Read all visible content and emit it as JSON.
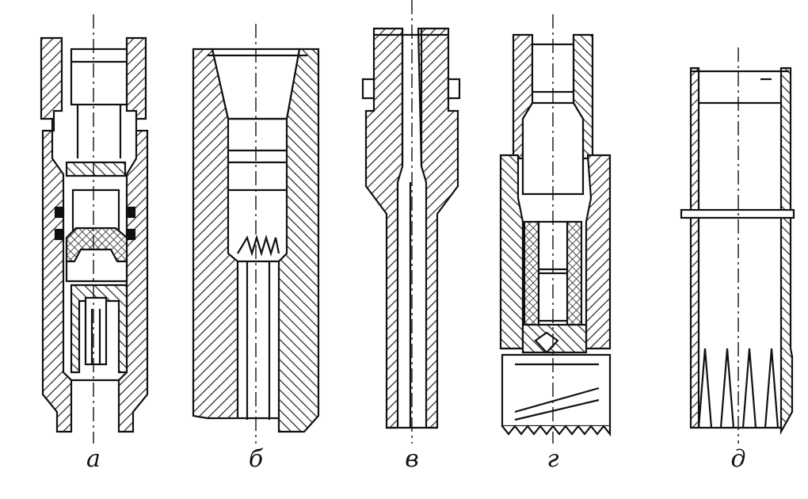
{
  "figure": {
    "tools": [
      {
        "id": "a",
        "caption": "а",
        "component": "drill-tool-with-inner-core-tube"
      },
      {
        "id": "b",
        "caption": "б",
        "component": "tapered-sleeve-with-inner-threads"
      },
      {
        "id": "v",
        "caption": "в",
        "component": "narrow-bore-spear"
      },
      {
        "id": "g",
        "caption": "г",
        "component": "tool-with-toothed-crown"
      },
      {
        "id": "d",
        "caption": "д",
        "component": "tube-with-finger-slots"
      }
    ],
    "colors": {
      "line": "#111111",
      "hatch": "#222222",
      "paper": "#ffffff",
      "packing": "#333333"
    }
  }
}
